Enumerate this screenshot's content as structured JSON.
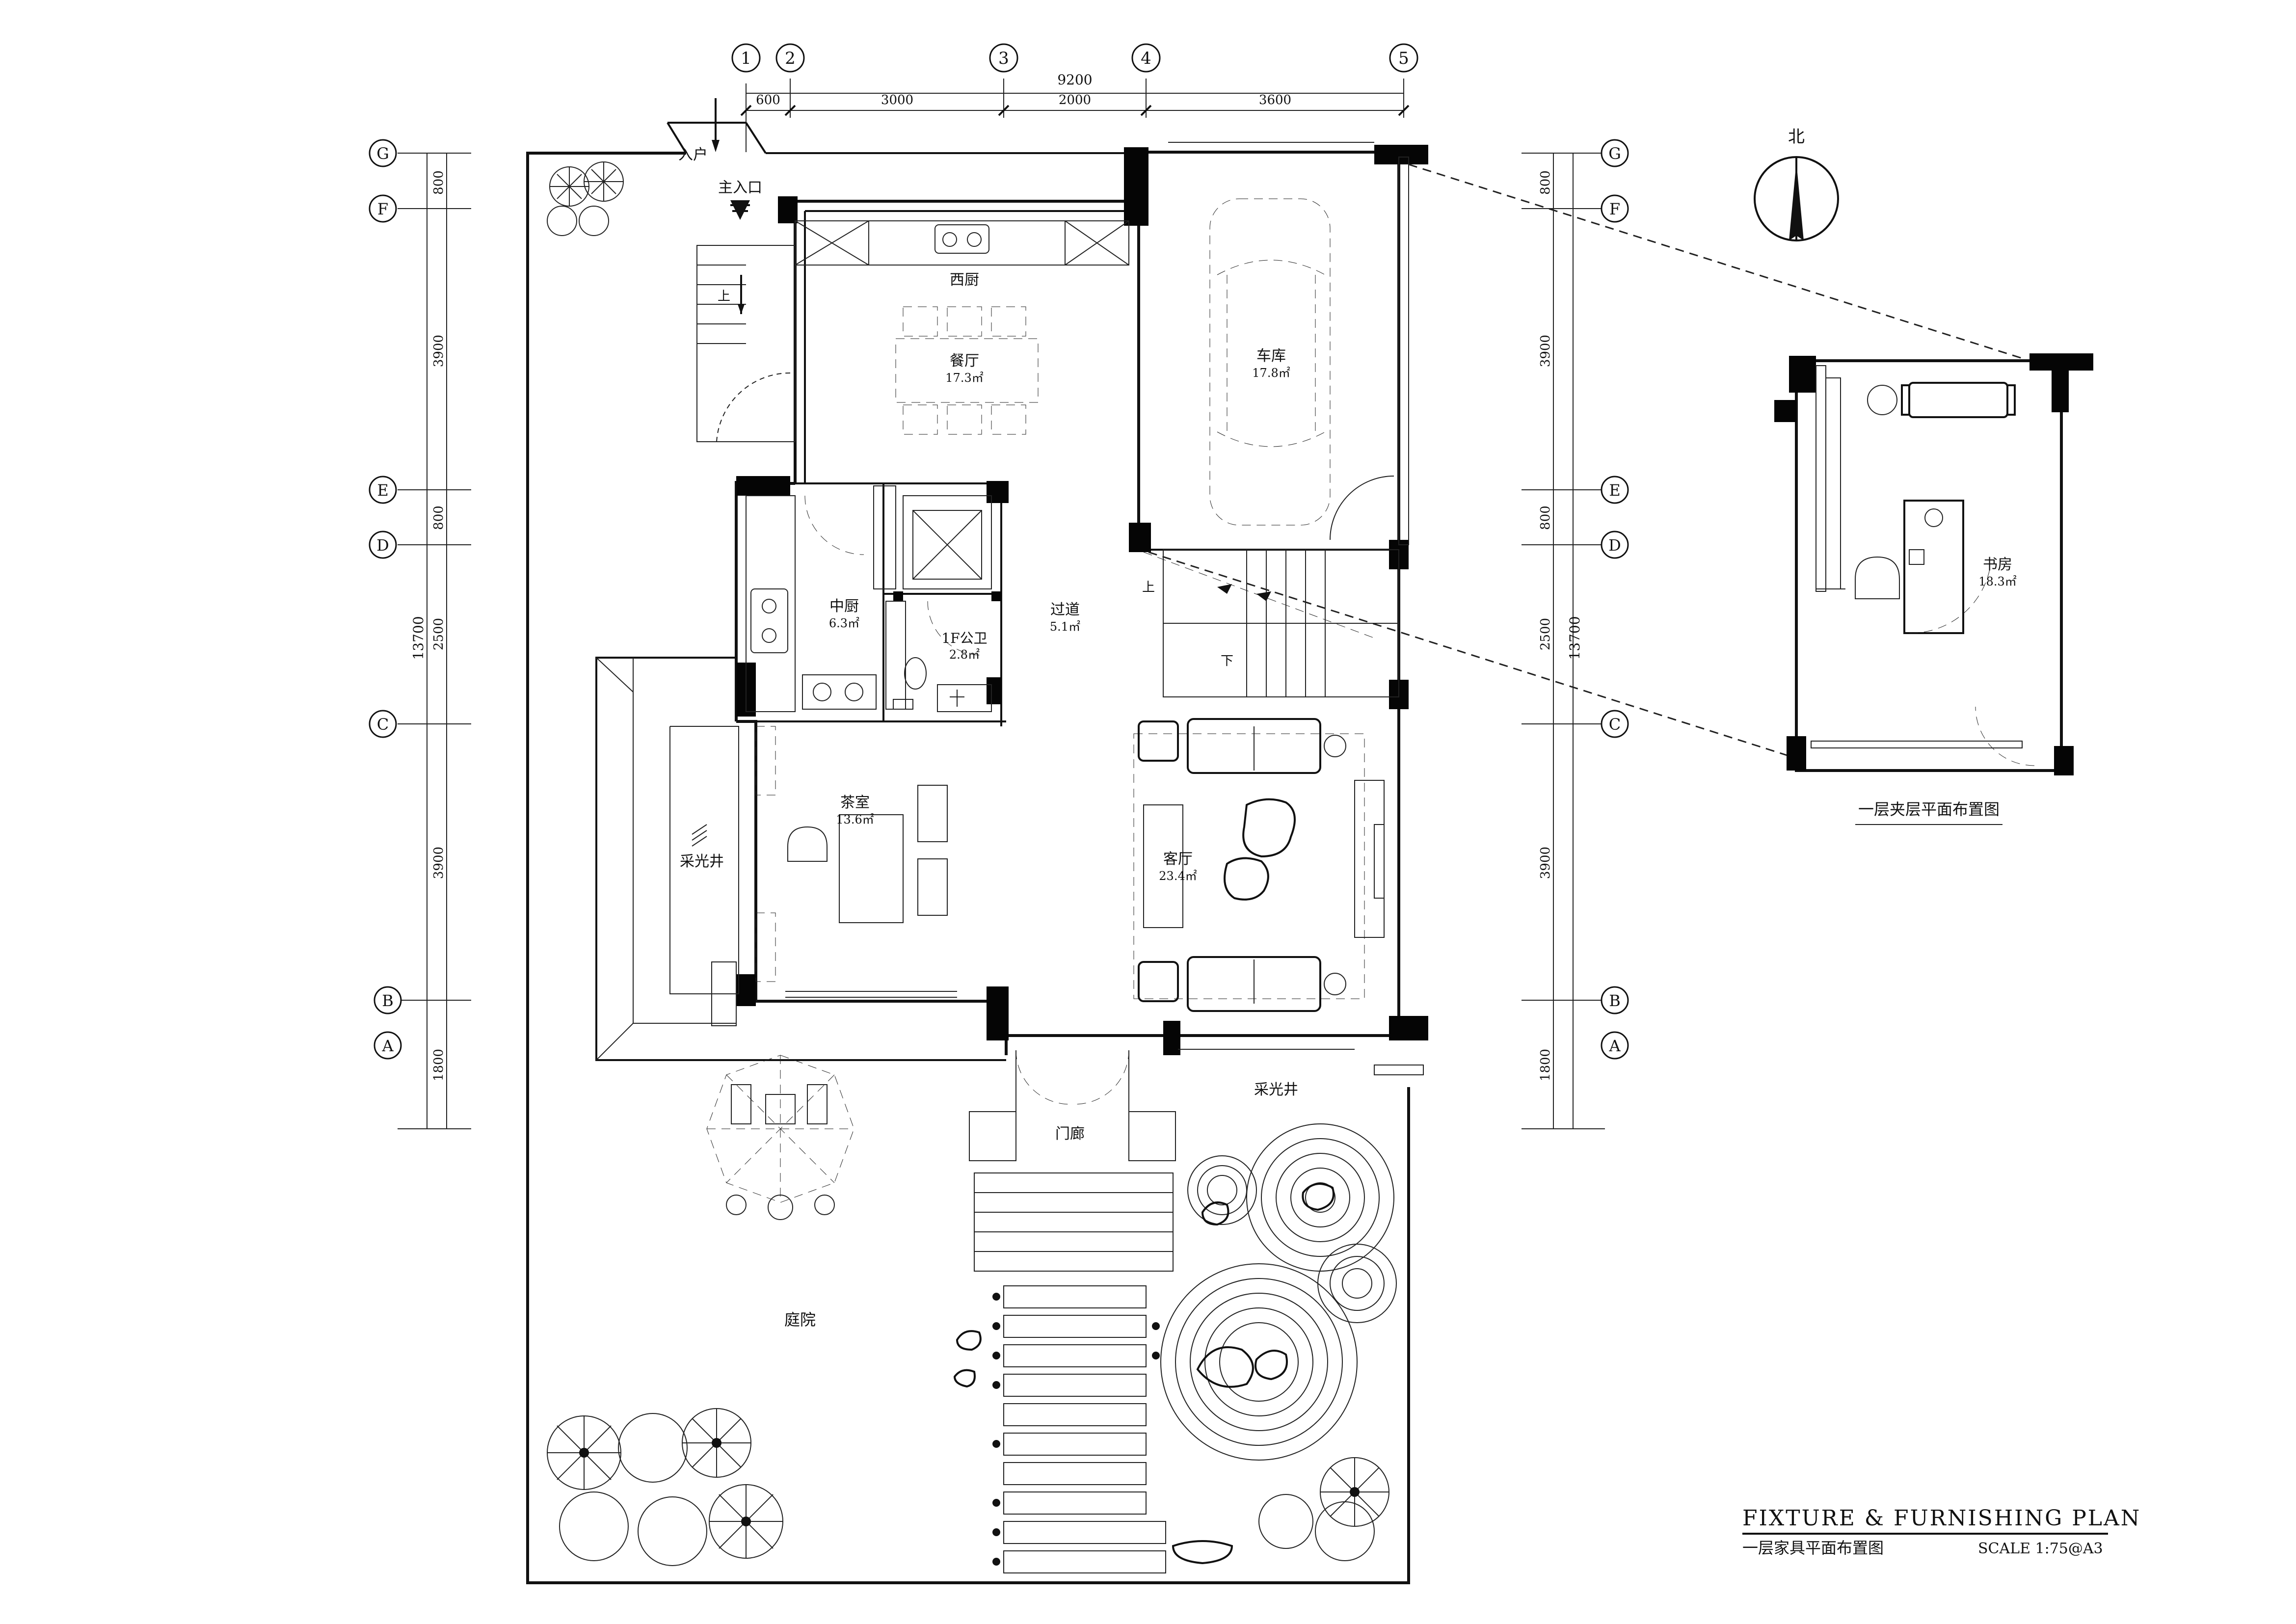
{
  "title": {
    "en": "FIXTURE & FURNISHING PLAN",
    "cn": "一层家具平面布置图",
    "scale": "SCALE  1:75@A3"
  },
  "mezzanine_caption": "一层夹层平面布置图",
  "north_label": "北",
  "axes_top": [
    "1",
    "2",
    "3",
    "4",
    "5"
  ],
  "axes_left": [
    "G",
    "F",
    "E",
    "D",
    "C",
    "B",
    "A"
  ],
  "dims_top": {
    "total": "9200",
    "segments": [
      "600",
      "3000",
      "2000",
      "3600"
    ]
  },
  "dims_left": {
    "total": "13700",
    "segments": [
      "800",
      "3900",
      "800",
      "2500",
      "3900",
      "1800"
    ]
  },
  "rooms": {
    "western_kitchen": {
      "name": "西厨"
    },
    "dining": {
      "name": "餐厅",
      "area": "17.3㎡"
    },
    "garage": {
      "name": "车库",
      "area": "17.8㎡"
    },
    "chinese_kitchen": {
      "name": "中厨",
      "area": "6.3㎡"
    },
    "public_wc": {
      "name": "1F公卫",
      "area": "2.8㎡"
    },
    "corridor": {
      "name": "过道",
      "area": "5.1㎡"
    },
    "tea_room": {
      "name": "茶室",
      "area": "13.6㎡"
    },
    "living": {
      "name": "客厅",
      "area": "23.4㎡"
    },
    "lightwell_left": {
      "name": "采光井"
    },
    "lightwell_bottom": {
      "name": "采光井"
    },
    "porch": {
      "name": "门廊"
    },
    "courtyard": {
      "name": "庭院"
    },
    "study": {
      "name": "书房",
      "area": "18.3㎡"
    }
  },
  "labels": {
    "entry_household": "入户",
    "main_entrance": "主入口",
    "up": "上",
    "down": "下",
    "stair_up": "上"
  }
}
